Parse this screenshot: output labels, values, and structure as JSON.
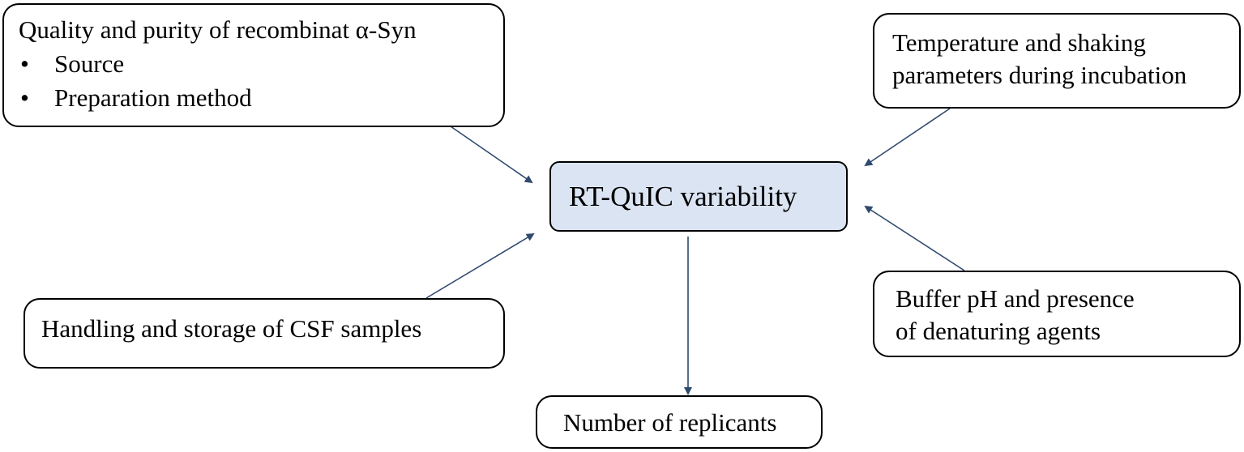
{
  "nodes": {
    "center": {
      "label": "RT-QuIC  variability"
    },
    "quality": {
      "title": "Quality  and purity of recombinat α-Syn",
      "bullets": [
        {
          "marker": "•",
          "label": "Source"
        },
        {
          "marker": "•",
          "label": "Preparation method"
        }
      ]
    },
    "temperature": {
      "lines": [
        "Temperature and shaking",
        "parameters during incubation"
      ]
    },
    "handling": {
      "label": "Handling and storage of CSF samples"
    },
    "buffer": {
      "lines": [
        "Buffer pH and presence",
        "of denaturing agents"
      ]
    },
    "replicants": {
      "label": "Number of replicants"
    }
  },
  "colors": {
    "border": "#000000",
    "center_fill": "#dbe4f3",
    "arrow": "#2f4a6e"
  }
}
